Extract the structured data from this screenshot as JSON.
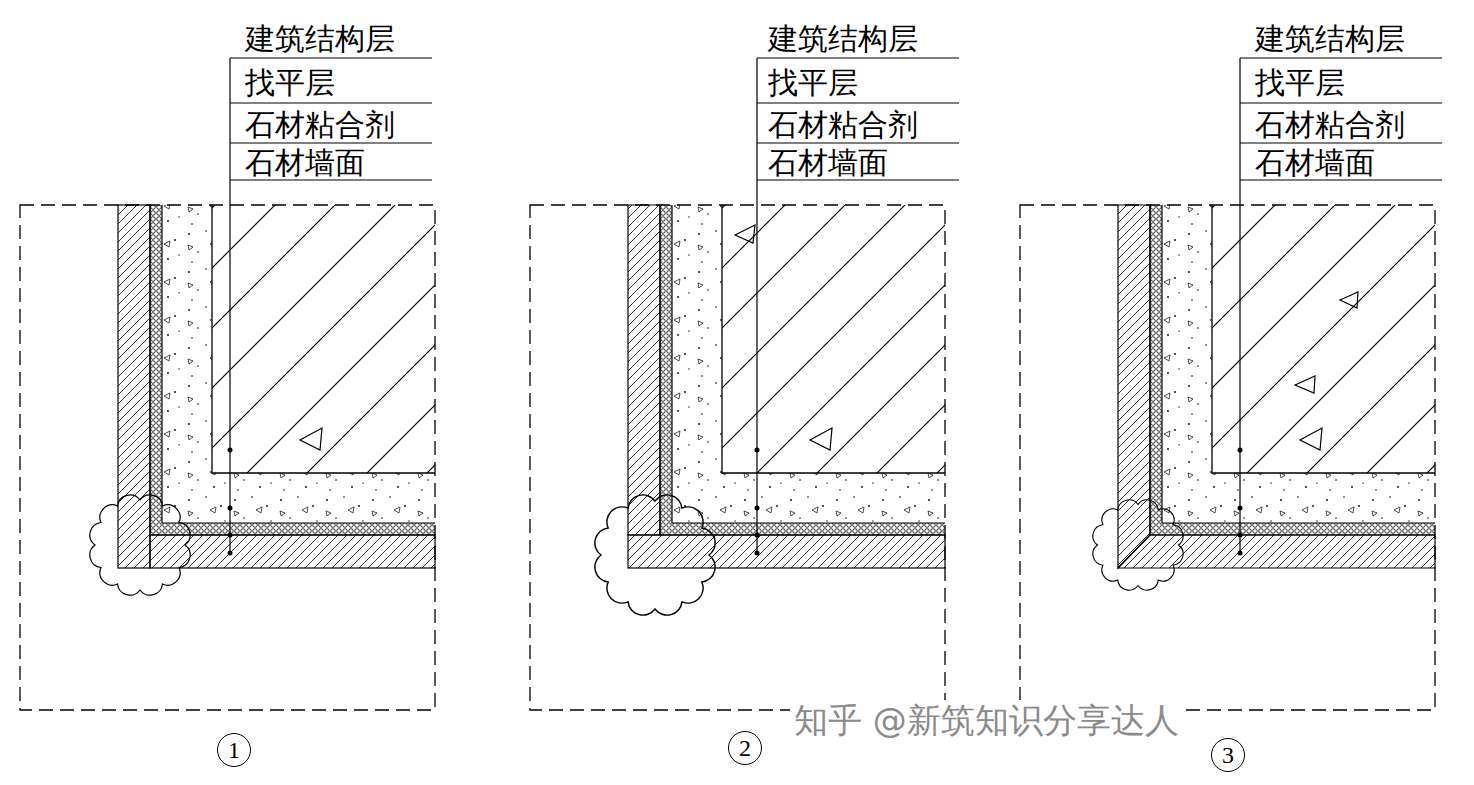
{
  "diagram": {
    "nodes": [
      {
        "text": [
          "1"
        ]
      },
      {
        "text": [
          "2"
        ]
      },
      {
        "text": [
          "3"
        ]
      }
    ],
    "labels": [
      "建筑结构层",
      "找平层",
      "石材粘合剂",
      "石材墙面",
      "建筑结构层",
      "找平层",
      "石材粘合剂",
      "石材墙面",
      "建筑结构层",
      "找平层",
      "石材粘合剂",
      "石材墙面",
      "知乎 @新筑知识分享达人"
    ]
  }
}
